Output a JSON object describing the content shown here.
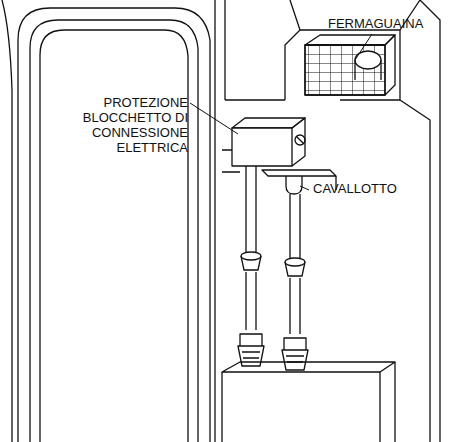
{
  "diagram": {
    "labels": [
      "FERMAGUAINA",
      "PROTEZIONE BLOCCHETTO DI CONNESSIONE ELETTRICA",
      "CAVALLOTTO"
    ]
  }
}
